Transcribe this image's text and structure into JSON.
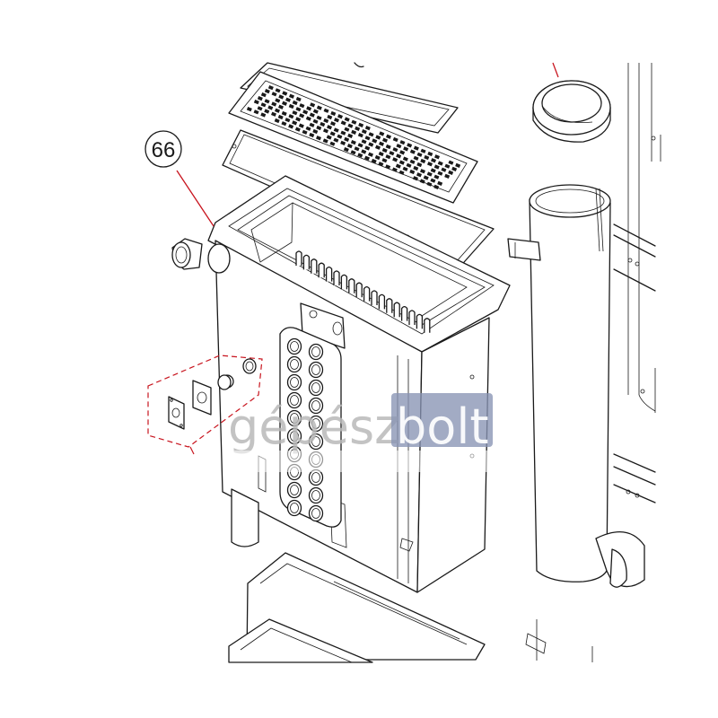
{
  "callout": {
    "label": "66"
  },
  "watermark": {
    "part1": "gépész",
    "part2": "bolt"
  },
  "colors": {
    "leader": "#c8141e",
    "dashed_group": "#c8141e",
    "watermark_text": "#b9b9b9",
    "watermark_box": "#8894b3",
    "line": "#1a1a1a"
  }
}
